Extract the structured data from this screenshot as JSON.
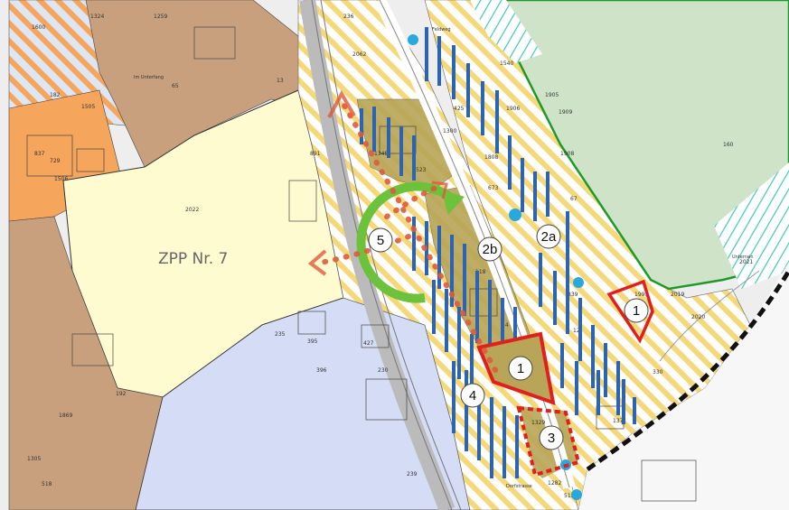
{
  "zone_label": "ZPP Nr. 7",
  "markers": [
    {
      "id": "m1a",
      "label": "1"
    },
    {
      "id": "m1b",
      "label": "1"
    },
    {
      "id": "m2a",
      "label": "2a"
    },
    {
      "id": "m2b",
      "label": "2b"
    },
    {
      "id": "m3",
      "label": "3"
    },
    {
      "id": "m4",
      "label": "4"
    },
    {
      "id": "m5",
      "label": "5"
    }
  ],
  "parcels": [
    "1324",
    "1259",
    "1600",
    "236",
    "2062",
    "182",
    "1505",
    "65",
    "13",
    "1540",
    "1905",
    "1909",
    "425",
    "1906",
    "1300",
    "891",
    "1348",
    "523",
    "1808",
    "160",
    "1908",
    "67",
    "673",
    "837",
    "729",
    "1506",
    "2022",
    "1991",
    "2019",
    "339",
    "2020",
    "2021",
    "12",
    "235",
    "395",
    "427",
    "14",
    "396",
    "230",
    "330",
    "192",
    "1869",
    "1329",
    "137",
    "239",
    "1305",
    "518",
    "1282",
    "512",
    "118"
  ],
  "small_labels": {
    "street1": "Feldweg",
    "street2": "Im Unterfang",
    "street3": "Unterrain",
    "road": "Dorfstrasse"
  },
  "colors": {
    "brown": "#c8a07e",
    "orange": "#f5a55c",
    "cream": "#fffbd0",
    "lavender": "#d5dcf5",
    "green": "#cfe3c9",
    "hatch_yellow": "#f5d87a",
    "olive": "#b8a557",
    "red": "#e0201c",
    "circle_green": "#6cc23a",
    "blue_bar": "#2a64b3",
    "blue_dot": "#29a8e0"
  }
}
